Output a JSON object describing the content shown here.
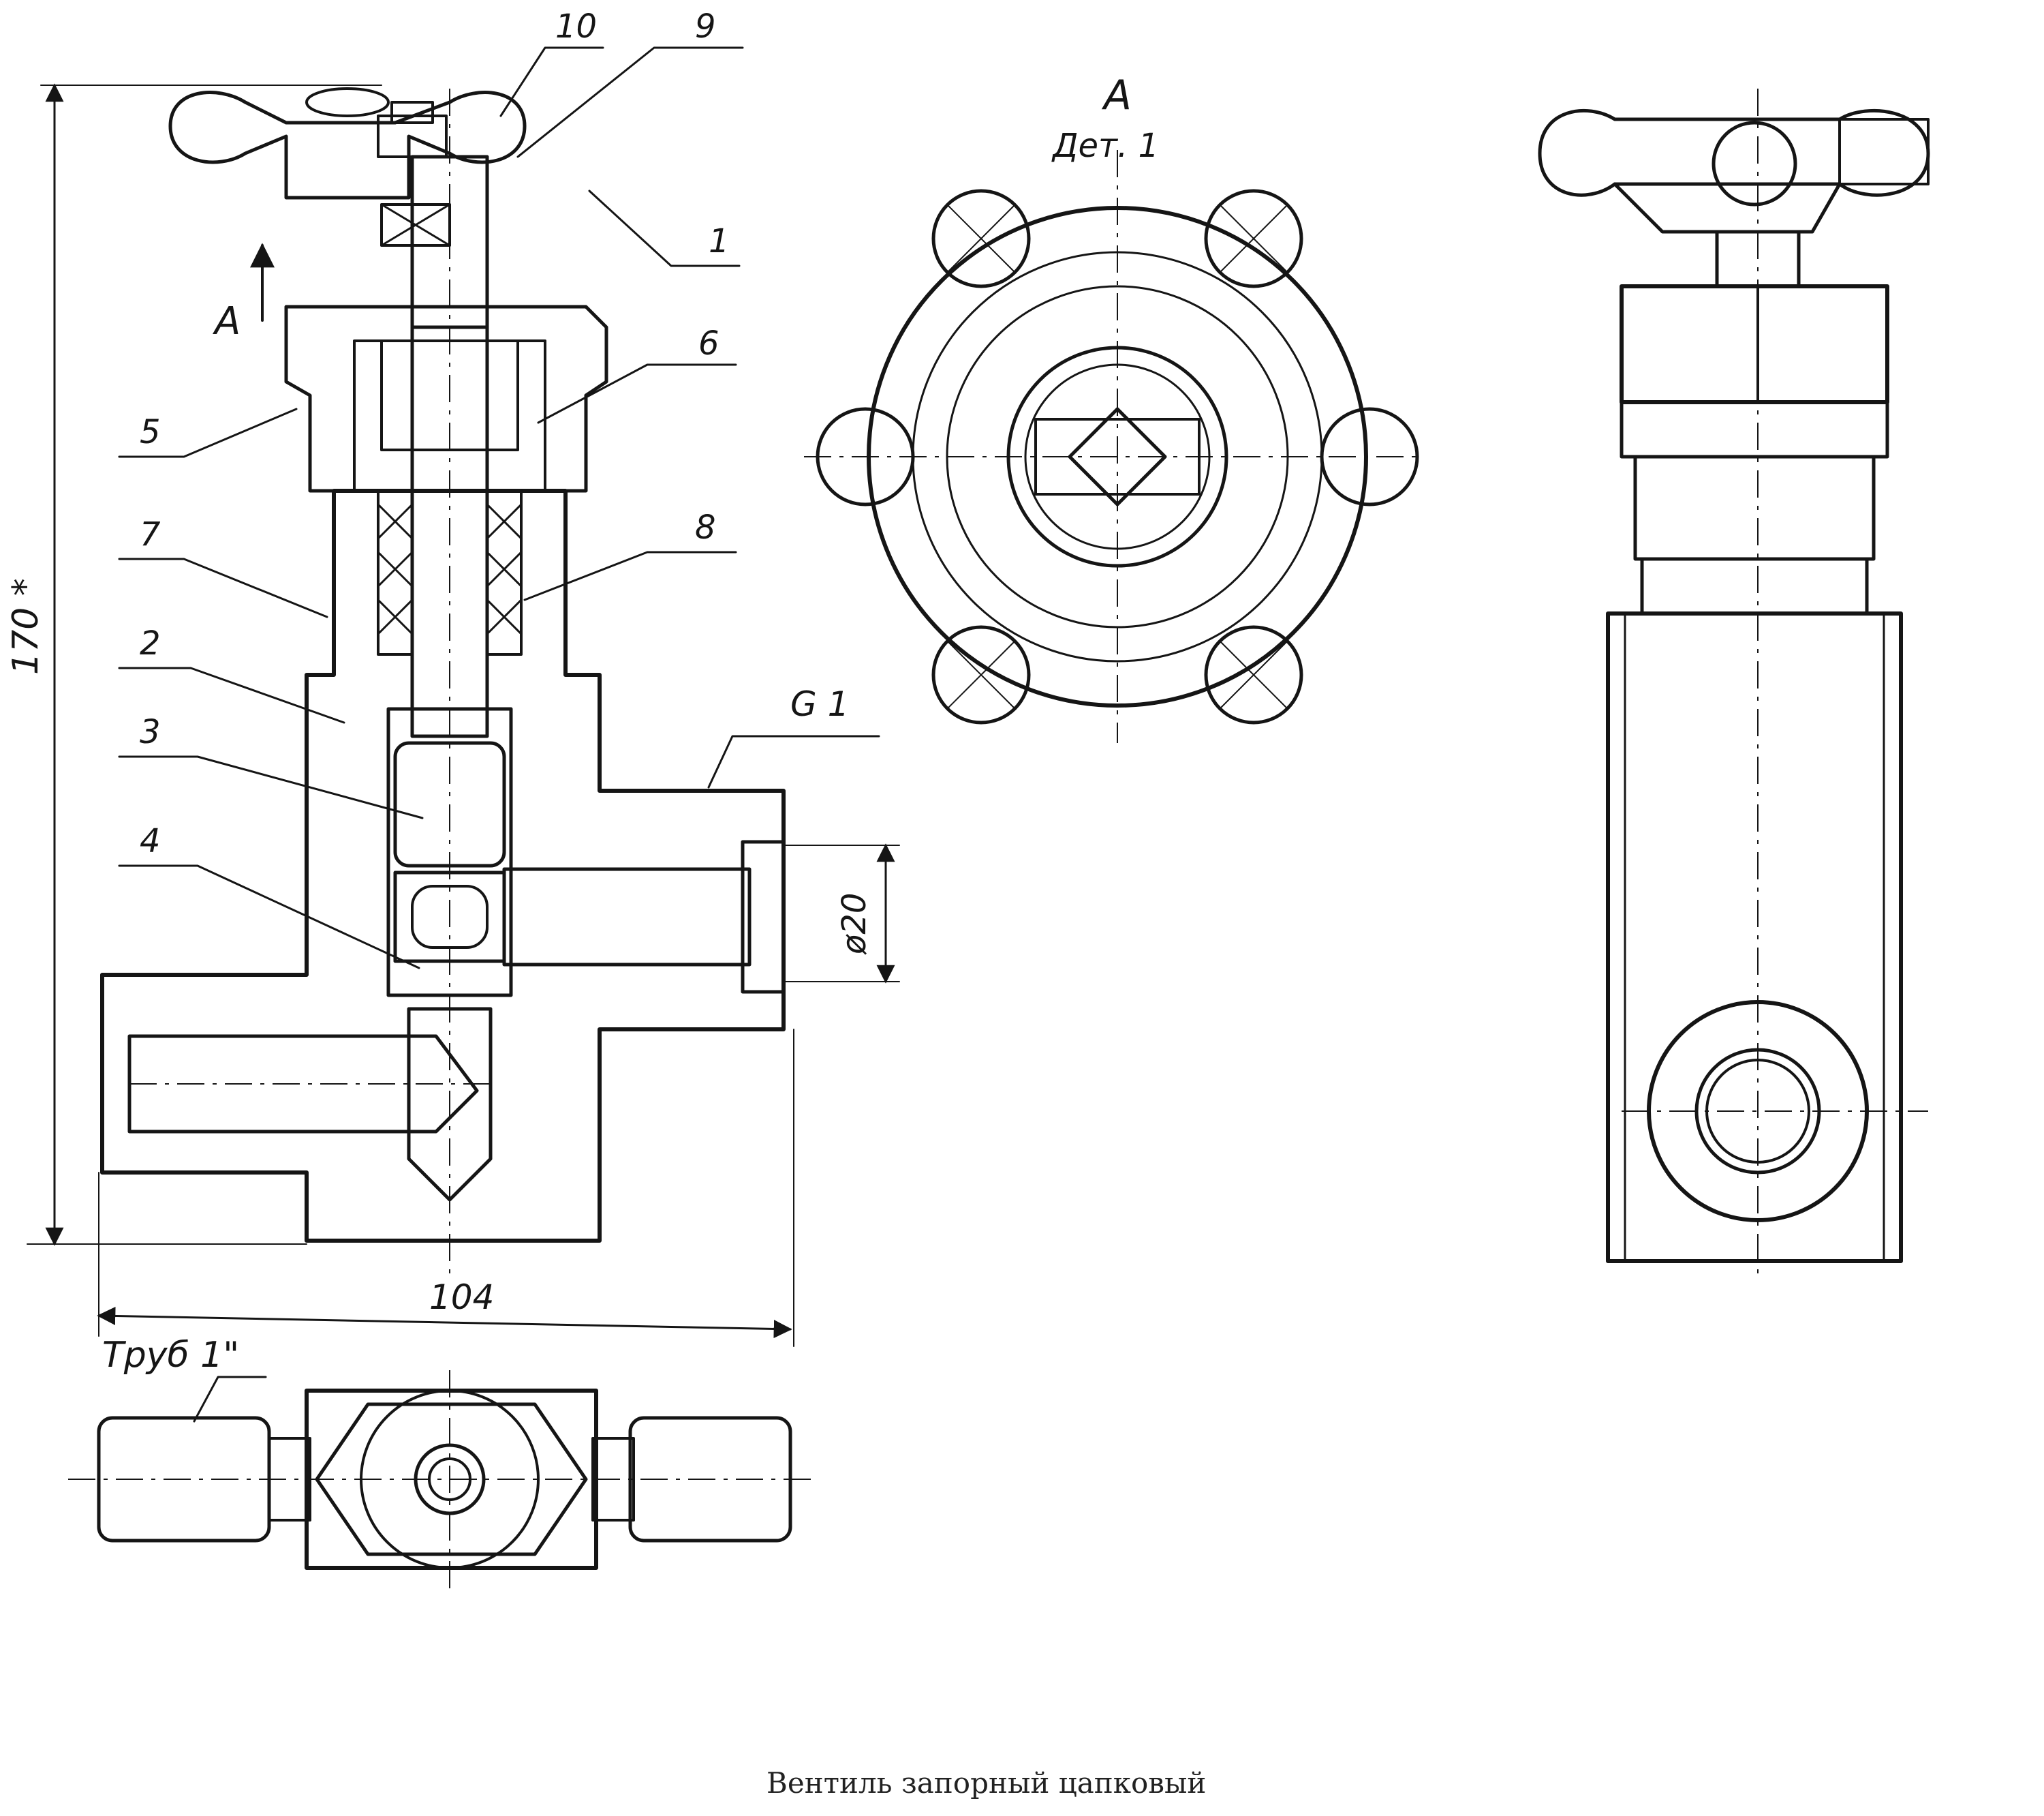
{
  "drawing": {
    "title": "Вентиль запорный цапковый",
    "view_label": "А",
    "view_sublabel": "Дет. 1",
    "section_arrow_label": "А",
    "dimensions": {
      "height": "170 *",
      "width": "104",
      "bore": "ø20",
      "thread": "G 1",
      "pipe": "Труб 1\""
    },
    "part_numbers": [
      "10",
      "9",
      "1",
      "6",
      "5",
      "7",
      "8",
      "2",
      "3",
      "4"
    ]
  },
  "style": {
    "ink": "#151515",
    "paper": "#ffffff",
    "hatch": "#3a3a3a"
  }
}
